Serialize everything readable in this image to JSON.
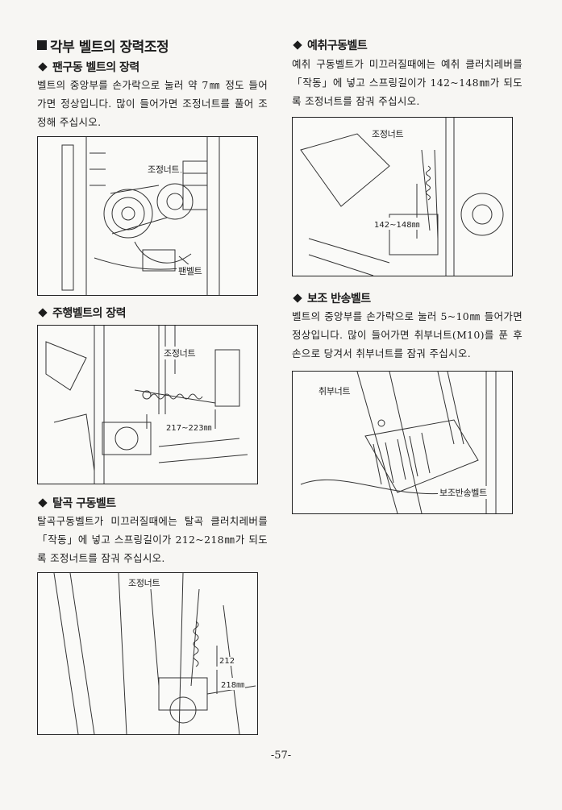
{
  "left": {
    "section_title": "각부 벨트의 장력조정",
    "fan_belt": {
      "title": "팬구동 벨트의 장력",
      "text": "벨트의 중앙부를 손가락으로 눌러 약 7㎜ 정도 들어가면 정상입니다. 많이 들어가면 조정너트를 풀어 조정해 주십시오.",
      "fig": {
        "label_nut": "조정너트",
        "label_belt": "팬벨트"
      }
    },
    "travel_belt": {
      "title": "주행벨트의 장력",
      "fig": {
        "label_nut": "조정너트",
        "dimension": "217~223㎜"
      }
    },
    "threshing_belt": {
      "title": "탈곡 구동벨트",
      "text": "탈곡구동벨트가 미끄러질때에는 탈곡 클러치레버를 「작동」에 넣고 스프링길이가 212~218㎜가 되도록 조정너트를 잠궈 주십시오.",
      "fig": {
        "label_nut": "조정너트",
        "dim_a": "212",
        "dim_b": "218㎜"
      }
    }
  },
  "right": {
    "reaping_belt": {
      "title": "예취구동벨트",
      "text": "예취 구동벨트가 미끄러질때에는 예취 클러치레버를 「작동」에 넣고 스프링길이가 142~148㎜가 되도록 조정너트를 잠궈 주십시오.",
      "fig": {
        "label_nut": "조정너트",
        "dimension": "142~148㎜"
      }
    },
    "aux_belt": {
      "title": "보조 반송벨트",
      "text": "벨트의 중앙부를 손가락으로 눌러 5~10㎜ 들어가면 정상입니다. 많이 들어가면 취부너트(M10)를 푼 후 손으로 당겨서 취부너트를 잠궈 주십시오.",
      "fig": {
        "label_nut": "취부너트",
        "label_belt": "보조반송벨트"
      }
    }
  },
  "page_number": "-57-",
  "colors": {
    "ink": "#1c1c1c",
    "paper": "#f7f6f3"
  }
}
